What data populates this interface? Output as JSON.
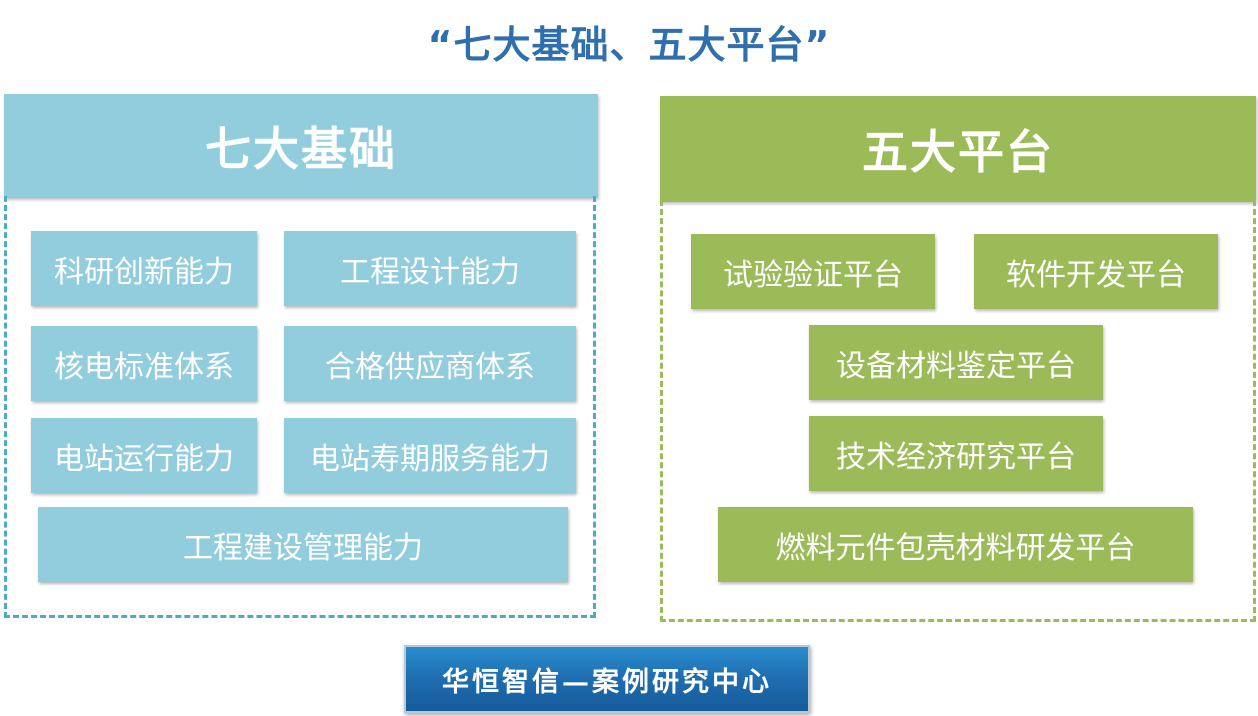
{
  "title": "“七大基础、五大平台”",
  "left_panel": {
    "header": "七大基础",
    "items": [
      "科研创新能力",
      "工程设计能力",
      "核电标准体系",
      "合格供应商体系",
      "电站运行能力",
      "电站寿期服务能力",
      "工程建设管理能力"
    ]
  },
  "right_panel": {
    "header": "五大平台",
    "items": [
      "试验验证平台",
      "软件开发平台",
      "设备材料鉴定平台",
      "技术经济研究平台",
      "燃料元件包壳材料研发平台"
    ]
  },
  "footer": {
    "label": "华恒智信—案例研究中心"
  },
  "colors": {
    "title": "#2f6fae",
    "left_accent": "#92cddd",
    "left_border": "#4bacc6",
    "right_accent": "#9bbb59"
  }
}
